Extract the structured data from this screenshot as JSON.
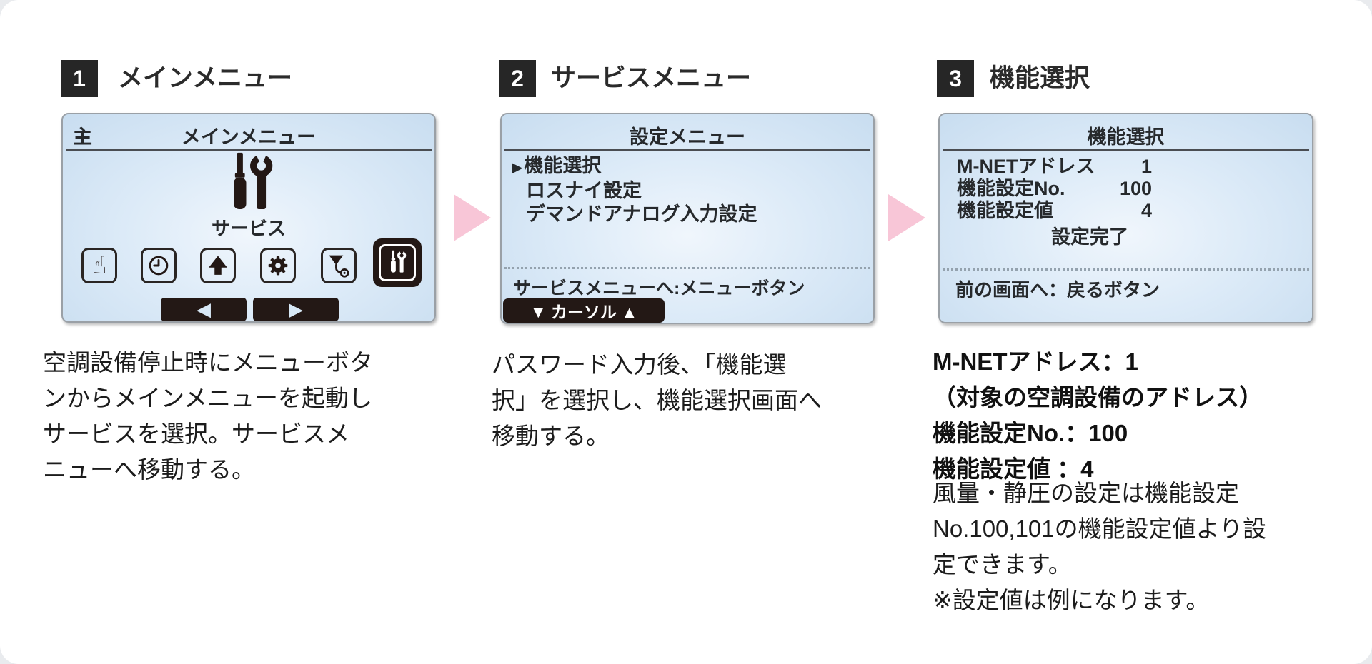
{
  "colors": {
    "pink_arrow": "#f8c6d7",
    "device_black": "#231815",
    "screen_blue": "#cfe2f2",
    "badge_black": "#262626"
  },
  "step1": {
    "badge": "1",
    "title": "メインメニュー",
    "screen": {
      "status_left": "主",
      "header": "メインメニュー",
      "service_label": "サービス",
      "hand_glyph": "☝",
      "nav_left": "◀",
      "nav_right": "▶",
      "icons": [
        "hand-pointer",
        "clock",
        "arrow-up",
        "gear",
        "maintenance-funnel",
        "service-tools-selected"
      ]
    },
    "description": "空調設備停止時にメニューボタ\nンからメインメニューを起動し\nサービスを選択。サービスメ\nニューへ移動する。"
  },
  "step2": {
    "badge": "2",
    "title": "サービスメニュー",
    "screen": {
      "header": "設定メニュー",
      "cursor": "▶",
      "item1": "機能選択",
      "item2": "ロスナイ設定",
      "item3": "デマンドアナログ入力設定",
      "footer": "サービスメニューへ:メニューボタン",
      "cursor_bar": "▼ カーソル ▲"
    },
    "description": "パスワード入力後、「機能選\n択」を選択し、機能選択画面へ\n移動する。"
  },
  "step3": {
    "badge": "3",
    "title": "機能選択",
    "screen": {
      "header": "機能選択",
      "row1_label": "M-NETアドレス",
      "row1_value": "1",
      "row2_label": "機能設定No.",
      "row2_value": "100",
      "row3_label": "機能設定値",
      "row3_value": "4",
      "complete": "設定完了",
      "footer": "前の画面へ：戻るボタン"
    },
    "bold_note": "M-NETアドレス：1\n（対象の空調設備のアドレス）\n機能設定No.：100\n機能設定値 ：4",
    "note": "風量・静圧の設定は機能設定\nNo.100,101の機能設定値より設\n定できます。\n※設定値は例になります。"
  }
}
